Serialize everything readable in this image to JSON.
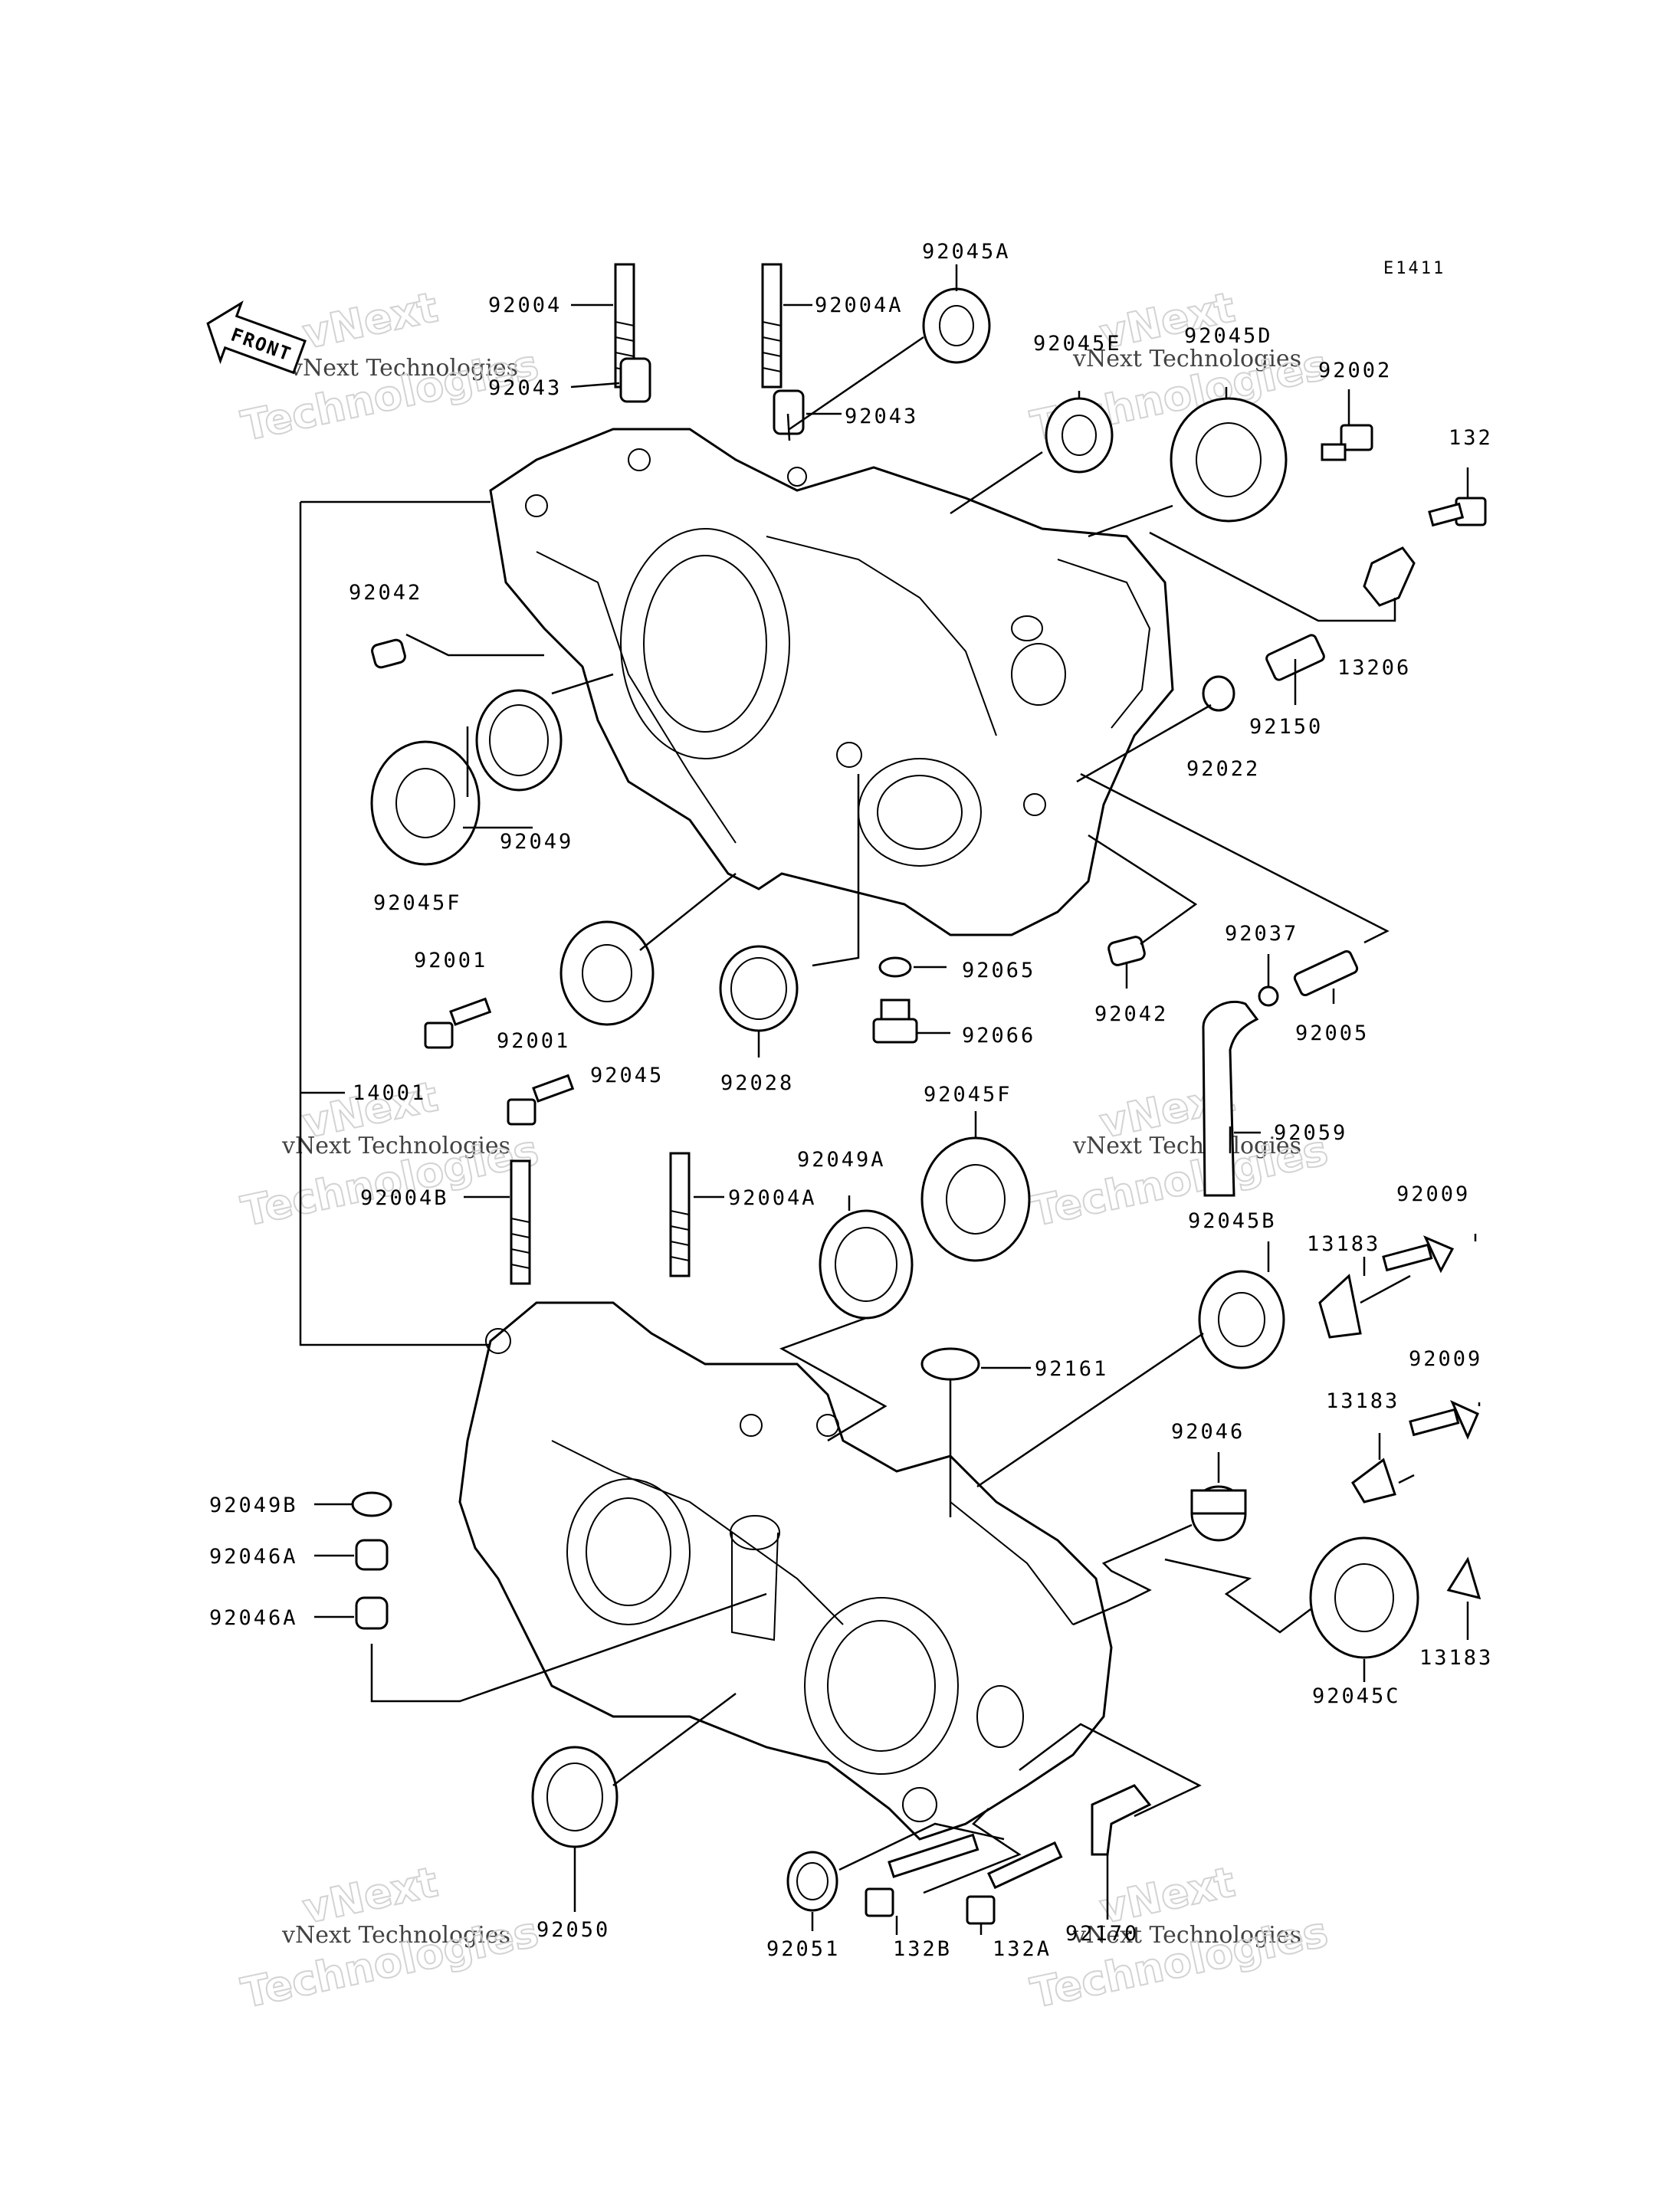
{
  "figure_code": "E1411",
  "front_label": "FRONT",
  "watermark": {
    "line1": "vNext",
    "line2": "vNext Technologies",
    "line3": "Technologies"
  },
  "labels": {
    "l92004": "92004",
    "l92004A_top": "92004A",
    "l92045A": "92045A",
    "l92045E": "92045E",
    "l92045D": "92045D",
    "l92002": "92002",
    "l132": "132",
    "l92043_left": "92043",
    "l92043_right": "92043",
    "l92042_top": "92042",
    "l13206": "13206",
    "l92150": "92150",
    "l92022": "92022",
    "l92049": "92049",
    "l92045F_left": "92045F",
    "l92001_a": "92001",
    "l92001_b": "92001",
    "l92045": "92045",
    "l92028": "92028",
    "l92065": "92065",
    "l92066": "92066",
    "l92042_mid": "92042",
    "l92037": "92037",
    "l92005": "92005",
    "l14001": "14001",
    "l92045F_mid": "92045F",
    "l92059": "92059",
    "l92004B": "92004B",
    "l92004A_bot": "92004A",
    "l92049A": "92049A",
    "l92045B": "92045B",
    "l92009_a": "92009",
    "l13183_a": "13183",
    "l92161": "92161",
    "l92009_b": "92009",
    "l13183_b": "13183",
    "l92046": "92046",
    "l92049B": "92049B",
    "l92046A_a": "92046A",
    "l92046A_b": "92046A",
    "l92045C": "92045C",
    "l13183_c": "13183",
    "l92050": "92050",
    "l92051": "92051",
    "l132B": "132B",
    "l132A": "132A",
    "l92170": "92170"
  }
}
